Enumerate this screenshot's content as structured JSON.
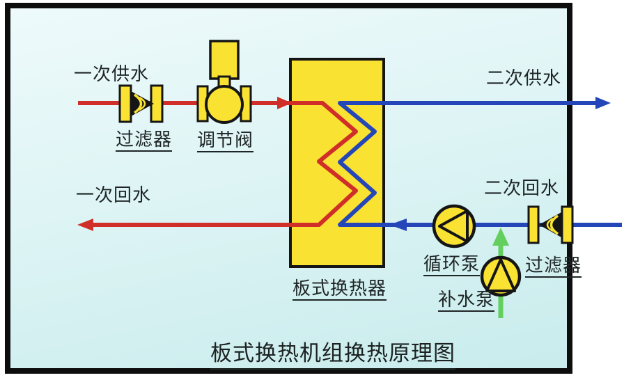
{
  "diagram": {
    "title": "板式换热机组换热原理图",
    "streams": {
      "primary_supply": "一次供水",
      "primary_return": "一次回水",
      "secondary_supply": "二次供水",
      "secondary_return": "二次回水"
    },
    "components": {
      "inlet_filter": "过滤器",
      "regulating_valve": "调节阀",
      "heat_exchanger": "板式换热器",
      "circulation_pump": "循环泵",
      "makeup_pump": "补水泵",
      "return_filter": "过滤器"
    },
    "colors": {
      "primary_pipe": "#cf2f28",
      "secondary_pipe": "#2446b8",
      "makeup_pipe": "#63cf5e",
      "equipment_fill": "#f9e232",
      "outline": "#151515",
      "background_top": "#eefafb",
      "background_bottom": "#c9ecec",
      "frame_border": "#0d0d0d"
    }
  }
}
